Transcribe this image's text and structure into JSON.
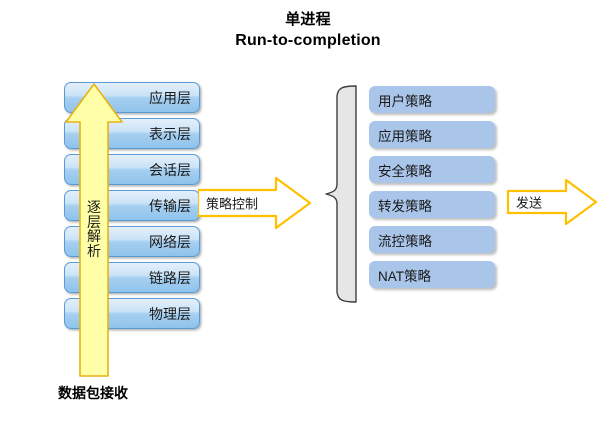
{
  "title": {
    "line_cn": "单进程",
    "line_en": "Run-to-completion"
  },
  "osi_stack": {
    "layers": [
      {
        "label": "应用层"
      },
      {
        "label": "表示层"
      },
      {
        "label": "会话层"
      },
      {
        "label": "传输层"
      },
      {
        "label": "网络层"
      },
      {
        "label": "链路层"
      },
      {
        "label": "物理层"
      }
    ]
  },
  "up_arrow": {
    "label_chars": [
      "逐",
      "层",
      "解",
      "析"
    ],
    "fill_color": "#ffffa8",
    "border_color": "#e8b313"
  },
  "bottom_caption": {
    "label": "数据包接收"
  },
  "arrows": {
    "policy_control": {
      "label": "策略控制",
      "fill_color": "#ffffff",
      "border_color": "#ffc000"
    },
    "send": {
      "label": "发送",
      "fill_color": "#ffffff",
      "border_color": "#ffc000"
    }
  },
  "brace": {
    "fill_color": "#e6e6e6",
    "border_color": "#3f3f3f"
  },
  "policy_list": {
    "accent_color": "#a9c5ea",
    "items": [
      {
        "label": "用户策略"
      },
      {
        "label": "应用策略"
      },
      {
        "label": "安全策略"
      },
      {
        "label": "转发策略"
      },
      {
        "label": "流控策略"
      },
      {
        "label": "NAT策略"
      }
    ]
  }
}
